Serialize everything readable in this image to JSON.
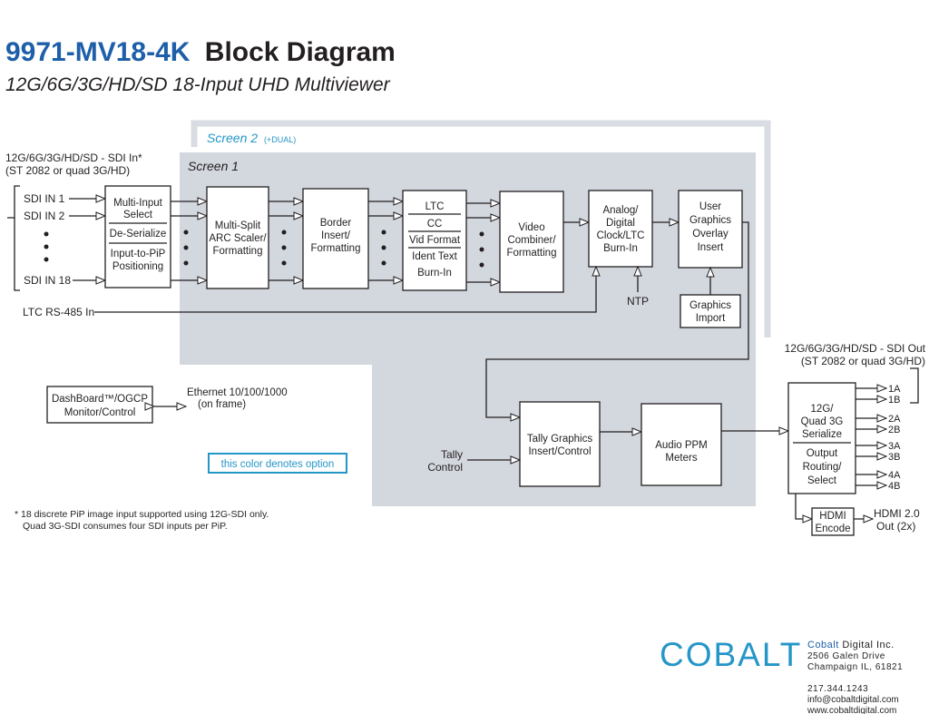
{
  "header": {
    "model": "9971-MV18-4K",
    "title_suffix": "Block Diagram",
    "subtitle": "12G/6G/3G/HD/SD 18-Input UHD Multiviewer"
  },
  "screens": {
    "screen2": "Screen 2",
    "screen2_note": "(+DUAL)",
    "screen1": "Screen 1"
  },
  "inputs": {
    "heading_1": "12G/6G/3G/HD/SD - SDI In*",
    "heading_2": "(ST 2082 or quad 3G/HD)",
    "sdi1": "SDI IN 1",
    "sdi2": "SDI IN 2",
    "sdi18": "SDI IN 18",
    "ltc_in": "LTC RS-485 In"
  },
  "blocks": {
    "input_select": [
      "Multi-Input",
      "Select",
      "De-Serialize",
      "Input-to-PiP",
      "Positioning"
    ],
    "multisplit": [
      "Multi-Split",
      "ARC Scaler/",
      "Formatting"
    ],
    "border": [
      "Border",
      "Insert/",
      "Formatting"
    ],
    "ltc": [
      "LTC",
      "CC",
      "Vid Format",
      "Ident Text",
      "Burn-In"
    ],
    "combiner": [
      "Video",
      "Combiner/",
      "Formatting"
    ],
    "clock": [
      "Analog/",
      "Digital",
      "Clock/LTC",
      "Burn-In"
    ],
    "user_graphics": [
      "User",
      "Graphics",
      "Overlay",
      "Insert"
    ],
    "graphics_import": [
      "Graphics",
      "Import"
    ],
    "tally": [
      "Tally Graphics",
      "Insert/Control"
    ],
    "audio": [
      "Audio PPM",
      "Meters"
    ],
    "dashboard": [
      "DashBoard™/OGCP",
      "Monitor/Control"
    ],
    "serialize": [
      "12G/",
      "Quad 3G",
      "Serialize",
      "Output",
      "Routing/",
      "Select"
    ],
    "hdmi": [
      "HDMI",
      "Encode"
    ]
  },
  "labels": {
    "ntp": "NTP",
    "tally_control": [
      "Tally",
      "Control"
    ],
    "ethernet": [
      "Ethernet 10/100/1000",
      "(on frame)"
    ],
    "option_note": "this color denotes option",
    "output_heading_1": "12G/6G/3G/HD/SD - SDI Out",
    "output_heading_2": "(ST 2082 or quad 3G/HD)",
    "outputs": [
      "1A",
      "1B",
      "2A",
      "2B",
      "3A",
      "3B",
      "4A",
      "4B"
    ],
    "hdmi_out": [
      "HDMI 2.0",
      "Out (2x)"
    ],
    "footnote": [
      "* 18 discrete PiP image input supported using 12G-SDI only.",
      "Quad 3G-SDI consumes four SDI inputs per PiP."
    ]
  },
  "company": {
    "logo": "COBALT",
    "name_bold": "Cobalt",
    "name_rest": " Digital Inc.",
    "address_1": "2506 Galen Drive",
    "address_2": "Champaign IL, 61821",
    "phone": "217.344.1243",
    "email": "info@cobaltdigital.com",
    "web": "www.cobaltdigital.com"
  },
  "colors": {
    "title_blue": "#1d5fa8",
    "option_blue": "#2596c8",
    "screen_grey": "#d3d7de",
    "screen2_border": "#d9dde3"
  }
}
